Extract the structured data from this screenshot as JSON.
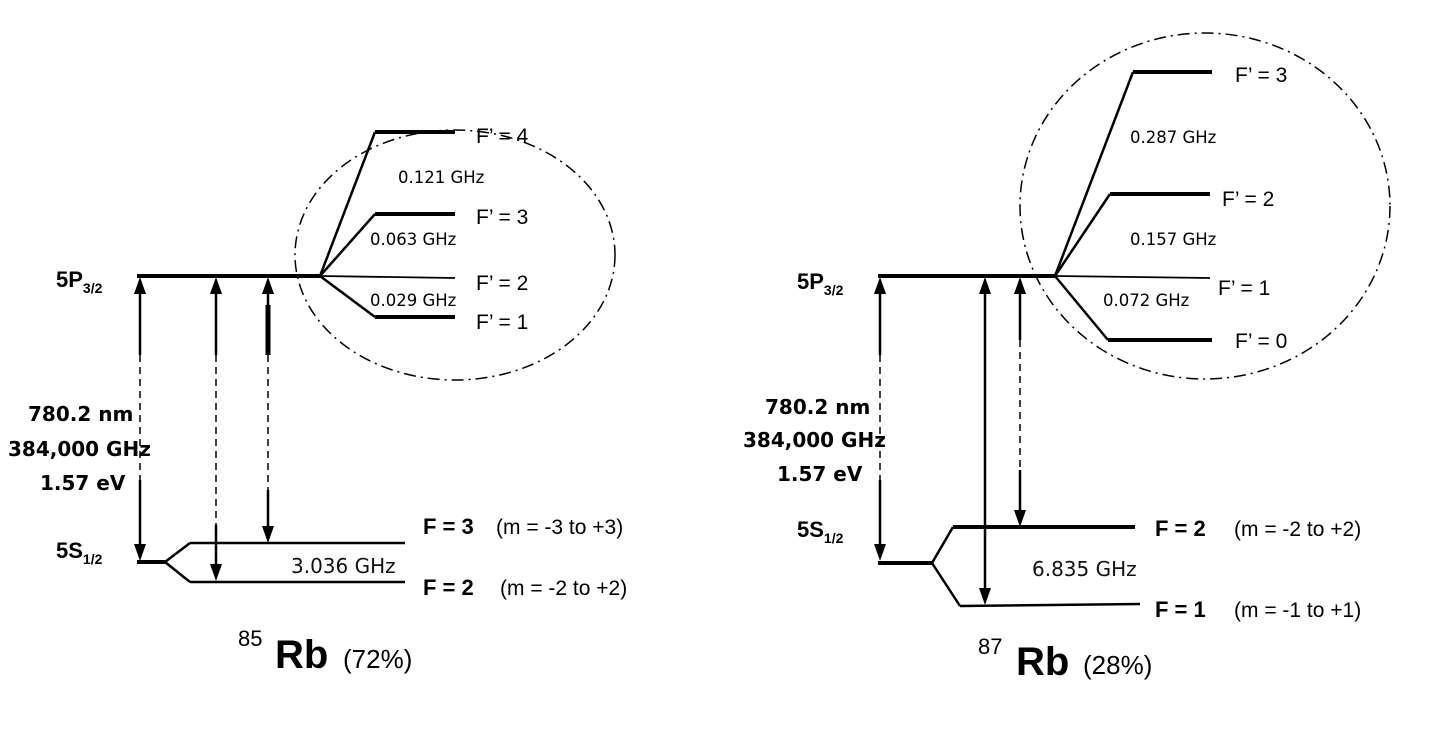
{
  "rb85": {
    "upper_state": {
      "main": "5P",
      "sub": "3/2"
    },
    "lower_state": {
      "main": "5S",
      "sub": "1/2"
    },
    "transition": {
      "wavelength": "780.2 nm",
      "frequency": "384,000 GHz",
      "energy": "1.57 eV"
    },
    "upper_levels": [
      "F’ = 4",
      "F’ = 3",
      "F’ = 2",
      "F’ = 1"
    ],
    "upper_splittings": [
      "0.121 GHz",
      "0.063 GHz",
      "0.029 GHz"
    ],
    "lower_levels": [
      {
        "f": "F = 3",
        "m": "(m = -3 to +3)"
      },
      {
        "f": "F = 2",
        "m": "(m = -2 to +2)"
      }
    ],
    "lower_splitting": "3.036 GHz",
    "isotope": {
      "mass": "85",
      "symbol": "Rb",
      "abundance": "(72%)"
    }
  },
  "rb87": {
    "upper_state": {
      "main": "5P",
      "sub": "3/2"
    },
    "lower_state": {
      "main": "5S",
      "sub": "1/2"
    },
    "transition": {
      "wavelength": "780.2 nm",
      "frequency": "384,000 GHz",
      "energy": "1.57 eV"
    },
    "upper_levels": [
      "F’ = 3",
      "F’ = 2",
      "F’ = 1",
      "F’ = 0"
    ],
    "upper_splittings": [
      "0.287 GHz",
      "0.157 GHz",
      "0.072 GHz"
    ],
    "lower_levels": [
      {
        "f": "F = 2",
        "m": "(m = -2 to +2)"
      },
      {
        "f": "F = 1",
        "m": "(m = -1 to +1)"
      }
    ],
    "lower_splitting": "6.835 GHz",
    "isotope": {
      "mass": "87",
      "symbol": "Rb",
      "abundance": "(28%)"
    }
  }
}
